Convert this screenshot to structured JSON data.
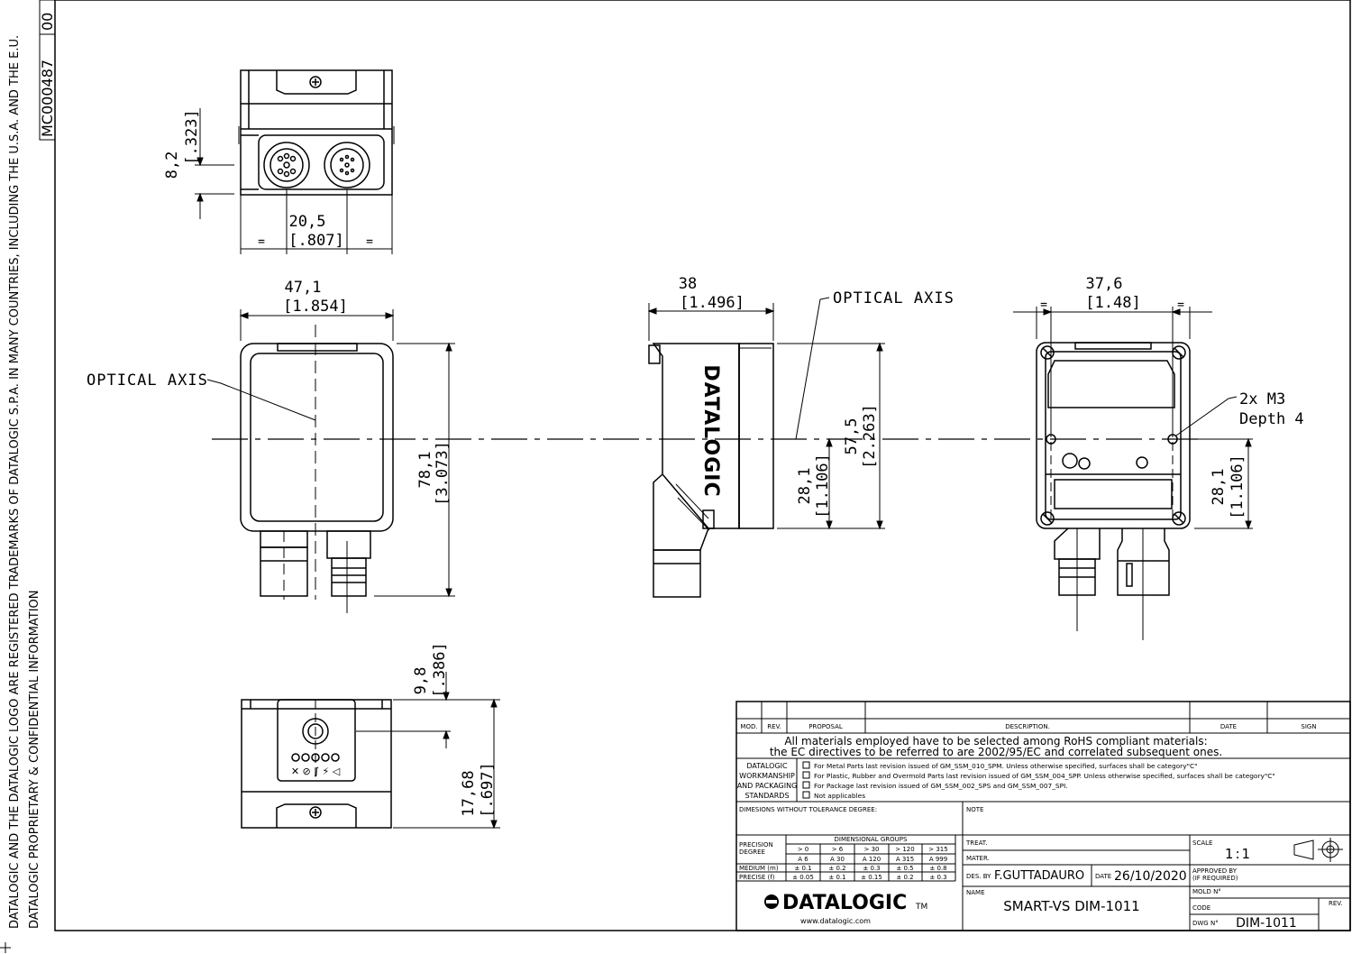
{
  "side_text": {
    "line1": "DATALOGIC AND THE DATALOGIC LOGO ARE REGISTERED TRADEMARKS OF DATALOGIC S.P.A. IN MANY COUNTRIES, INCLUDING THE U.S.A. AND THE E.U.",
    "line2": "DATALOGIC PROPRIETARY & CONFIDENTIAL INFORMATION"
  },
  "code_box": {
    "code": "MC000487",
    "rev": "00"
  },
  "dimensions": {
    "top_height": "8,2",
    "top_height_in": "[.323]",
    "top_width": "20,5",
    "top_width_in": "[.807]",
    "equal": "=",
    "front_width": "47,1",
    "front_width_in": "[1.854]",
    "front_height": "78,1",
    "front_height_in": "[3.073]",
    "side_depth": "38",
    "side_depth_in": "[1.496]",
    "side_axis": "28,1",
    "side_axis_in": "[1.106]",
    "side_height": "57,5",
    "side_height_in": "[2.263]",
    "back_width": "37,6",
    "back_width_in": "[1.48]",
    "back_axis": "28,1",
    "back_axis_in": "[1.106]",
    "bottom_a": "9,8",
    "bottom_a_in": "[.386]",
    "bottom_b": "17,68",
    "bottom_b_in": "[.697]"
  },
  "labels": {
    "optical_axis_1": "OPTICAL AXIS",
    "optical_axis_2": "OPTICAL AXIS",
    "screw_1": "2x M3",
    "screw_2": "Depth 4",
    "brand_on_body": "DATALOGIC"
  },
  "title_block": {
    "headers": {
      "mod": "MOD.",
      "rev": "REV.",
      "proposal": "PROPOSAL",
      "description": "DESCRIPTION.",
      "date": "DATE",
      "sign": "SIGN"
    },
    "rohs_1": "All materials employed have to be selected among RoHS compliant materials:",
    "rohs_2": "the EC directives to be referred to are 2002/95/EC and correlated subsequent ones.",
    "standards_label": [
      "DATALOGIC",
      "WORKMANSHIP",
      "AND PACKAGING",
      "STANDARDS"
    ],
    "standards": [
      "For Metal Parts last revision issued of GM_SSM_010_SPM. Unless otherwise specified, surfaces shall be category\"C\"",
      "For Plastic, Rubber and Overmold Parts last revision issued of GM_SSM_004_SPP. Unless otherwise specified, surfaces shall be category\"C\"",
      "For Package last revision issued of GM_SSM_002_SPS and GM_SSM_007_SPI.",
      "Not applicables"
    ],
    "dim_tolerance": "DIMESIONS WITHOUT TOLERANCE DEGREE:",
    "note": "NOTE",
    "dim_groups": "DIMENSIONAL GROUPS",
    "precision_degree": [
      "PRECISION",
      "DEGREE"
    ],
    "groups_top": [
      "> 0",
      "> 6",
      "> 30",
      "> 120",
      "> 315"
    ],
    "groups_bottom": [
      "A 6",
      "A 30",
      "A 120",
      "A 315",
      "A 999"
    ],
    "medium_label": "MEDIUM (m)",
    "medium": [
      "± 0.1",
      "± 0.2",
      "± 0.3",
      "± 0.5",
      "± 0.8"
    ],
    "precise_label": "PRECISE (f)",
    "precise": [
      "± 0.05",
      "± 0.1",
      "± 0.15",
      "± 0.2",
      "± 0.3"
    ],
    "treat": "TREAT.",
    "mater": "MATER.",
    "des_by_label": "DES. BY",
    "des_by": "F.GUTTADAURO",
    "date_label": "DATE",
    "date": "26/10/2020",
    "scale_label": "SCALE",
    "scale": "1:1",
    "approved_1": "APPROVED BY",
    "approved_2": "(IF REQUIRED)",
    "logo": "DATALOGIC",
    "tm": "TM",
    "website": "www.datalogic.com",
    "name_label": "NAME",
    "name": "SMART-VS DIM-1011",
    "mold_label": "MOLD N°",
    "code_label": "CODE",
    "rev_label": "REV.",
    "dwg_label": "DWG N°",
    "dwg": "DIM-1011"
  }
}
